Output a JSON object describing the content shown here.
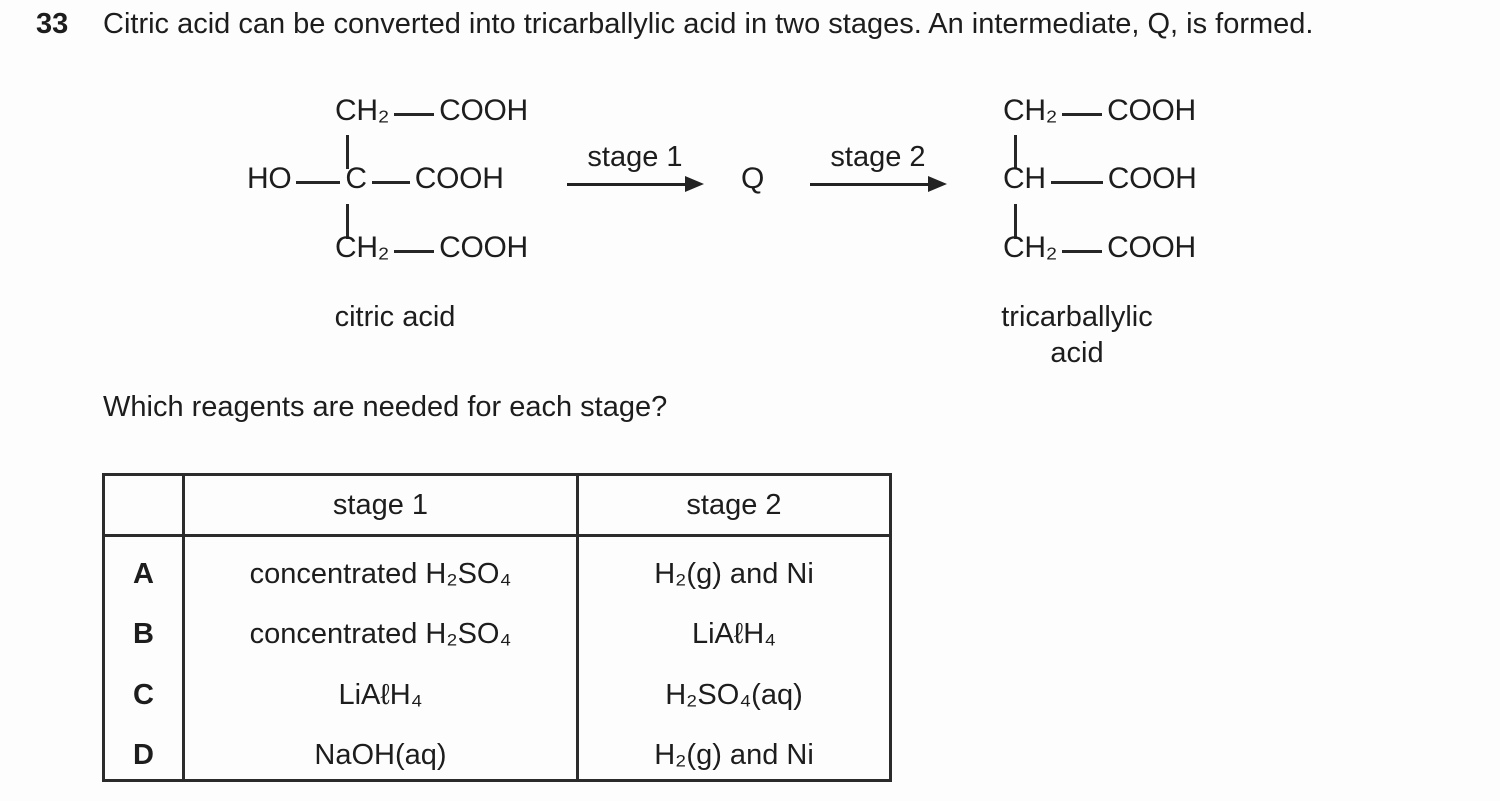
{
  "question": {
    "number": "33",
    "text": "Citric acid can be converted into tricarballylic acid in two stages. An intermediate, Q, is formed.",
    "prompt": "Which reagents are needed for each stage?"
  },
  "scheme": {
    "citric": {
      "top_group": "CH₂",
      "top_acid": "COOH",
      "mid_left": "HO",
      "mid_center": "C",
      "mid_acid": "COOH",
      "bottom_group": "CH₂",
      "bottom_acid": "COOH",
      "caption": "citric acid"
    },
    "stage1_label": "stage 1",
    "intermediate": "Q",
    "stage2_label": "stage 2",
    "tricarballylic": {
      "top_group": "CH₂",
      "top_acid": "COOH",
      "mid_group": "CH",
      "mid_acid": "COOH",
      "bottom_group": "CH₂",
      "bottom_acid": "COOH",
      "caption": "tricarballylic acid"
    }
  },
  "table": {
    "headers": {
      "stage1": "stage 1",
      "stage2": "stage 2"
    },
    "rows": [
      {
        "option": "A",
        "stage1": "concentrated H₂SO₄",
        "stage2": "H₂(g) and Ni"
      },
      {
        "option": "B",
        "stage1": "concentrated H₂SO₄",
        "stage2": "LiAℓH₄"
      },
      {
        "option": "C",
        "stage1": "LiAℓH₄",
        "stage2": "H₂SO₄(aq)"
      },
      {
        "option": "D",
        "stage1": "NaOH(aq)",
        "stage2": "H₂(g) and Ni"
      }
    ]
  },
  "colors": {
    "text": "#1d1d1d",
    "lines": "#2b2b2b",
    "background": "#fdfdfd"
  }
}
